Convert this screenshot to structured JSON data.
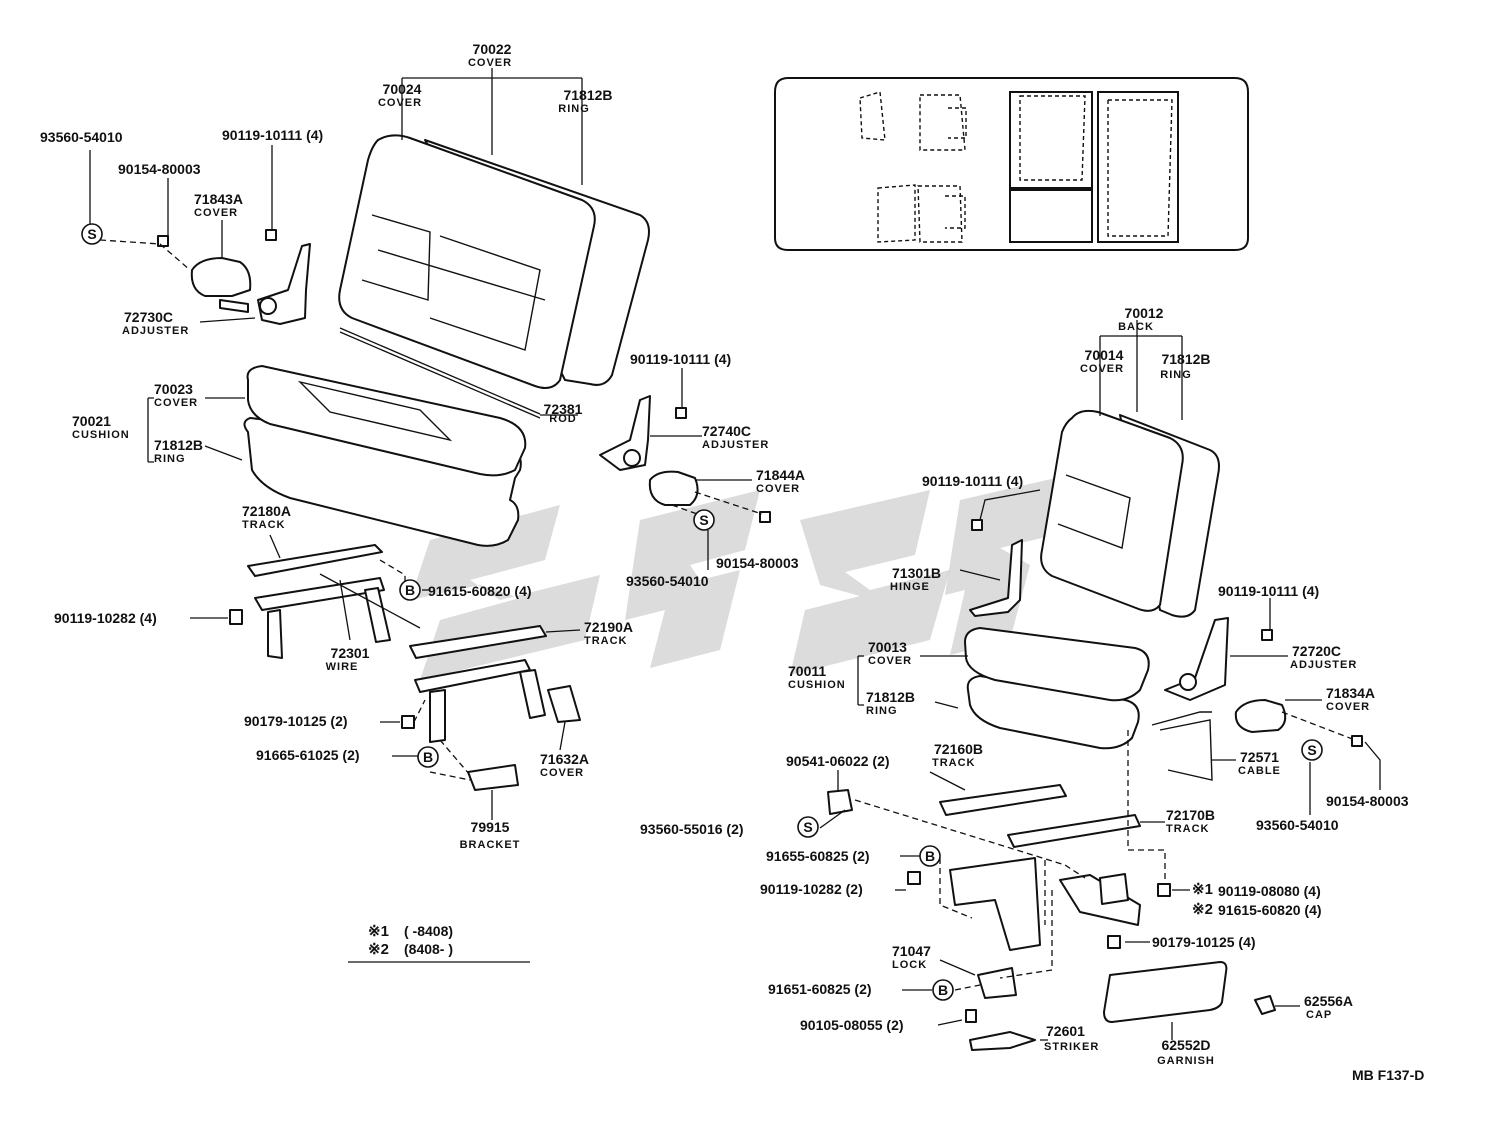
{
  "drawing_code": "MB F137-D",
  "footnote": {
    "row1": {
      "mark": "※1",
      "range": "(      -8408)"
    },
    "row2": {
      "mark": "※2",
      "range": "(8408-      )"
    }
  },
  "markers": {
    "bolt_group": "B",
    "screw_group": "S"
  },
  "labels": [
    {
      "id": "70022",
      "name": "COVER"
    },
    {
      "id": "70024",
      "name": "COVER"
    },
    {
      "id": "71812B",
      "name": "RING"
    },
    {
      "id": "93560-54010",
      "name": ""
    },
    {
      "id": "90154-80003",
      "name": ""
    },
    {
      "id": "71843A",
      "name": "COVER"
    },
    {
      "id": "90119-10111 (4)",
      "name": ""
    },
    {
      "id": "72730C",
      "name": "ADJUSTER"
    },
    {
      "id": "70023",
      "name": "COVER"
    },
    {
      "id": "70021",
      "name": "CUSHION"
    },
    {
      "id": "71812B",
      "name": "RING"
    },
    {
      "id": "72381",
      "name": "ROD"
    },
    {
      "id": "90119-10111 (4)",
      "name": ""
    },
    {
      "id": "72740C",
      "name": "ADJUSTER"
    },
    {
      "id": "71844A",
      "name": "COVER"
    },
    {
      "id": "90154-80003",
      "name": ""
    },
    {
      "id": "93560-54010",
      "name": ""
    },
    {
      "id": "72180A",
      "name": "TRACK"
    },
    {
      "id": "91615-60820 (4)",
      "name": ""
    },
    {
      "id": "90119-10282 (4)",
      "name": ""
    },
    {
      "id": "72301",
      "name": "WIRE"
    },
    {
      "id": "72190A",
      "name": "TRACK"
    },
    {
      "id": "90179-10125 (2)",
      "name": ""
    },
    {
      "id": "91665-61025 (2)",
      "name": ""
    },
    {
      "id": "71632A",
      "name": "COVER"
    },
    {
      "id": "79915",
      "name": "BRACKET"
    },
    {
      "id": "70012",
      "name": "BACK"
    },
    {
      "id": "70014",
      "name": "COVER"
    },
    {
      "id": "71812B",
      "name": "RING"
    },
    {
      "id": "90119-10111 (4)",
      "name": ""
    },
    {
      "id": "71301B",
      "name": "HINGE"
    },
    {
      "id": "90119-10111 (4)",
      "name": ""
    },
    {
      "id": "72720C",
      "name": "ADJUSTER"
    },
    {
      "id": "70013",
      "name": "COVER"
    },
    {
      "id": "70011",
      "name": "CUSHION"
    },
    {
      "id": "71812B",
      "name": "RING"
    },
    {
      "id": "71834A",
      "name": "COVER"
    },
    {
      "id": "72571",
      "name": "CABLE"
    },
    {
      "id": "90154-80003",
      "name": ""
    },
    {
      "id": "93560-54010",
      "name": ""
    },
    {
      "id": "90541-06022 (2)",
      "name": ""
    },
    {
      "id": "72160B",
      "name": "TRACK"
    },
    {
      "id": "93560-55016 (2)",
      "name": ""
    },
    {
      "id": "72170B",
      "name": "TRACK"
    },
    {
      "id": "91655-60825 (2)",
      "name": ""
    },
    {
      "id": "90119-10282 (2)",
      "name": ""
    },
    {
      "id": "90119-08080 (4)",
      "name": "",
      "mark": "※1"
    },
    {
      "id": "91615-60820 (4)",
      "name": "",
      "mark": "※2"
    },
    {
      "id": "90179-10125 (4)",
      "name": ""
    },
    {
      "id": "71047",
      "name": "LOCK"
    },
    {
      "id": "91651-60825 (2)",
      "name": ""
    },
    {
      "id": "90105-08055 (2)",
      "name": ""
    },
    {
      "id": "72601",
      "name": "STRIKER"
    },
    {
      "id": "62552D",
      "name": "GARNISH"
    },
    {
      "id": "62556A",
      "name": "CAP"
    }
  ]
}
